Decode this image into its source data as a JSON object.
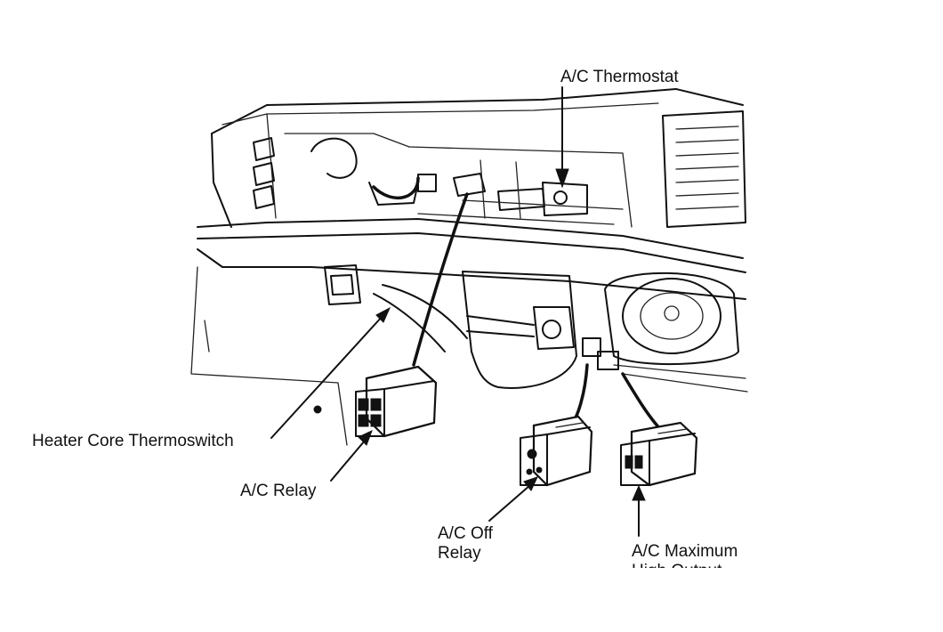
{
  "labels": {
    "ac_thermostat": "A/C Thermostat",
    "heater_core_thermoswitch": "Heater Core Thermoswitch",
    "ac_relay": "A/C Relay",
    "ac_off_relay_line1": "A/C Off",
    "ac_off_relay_line2": "Relay",
    "ac_max_line1": "A/C Maximum",
    "ac_max_line2": "High Output"
  },
  "colors": {
    "ink": "#111111",
    "background": "#ffffff"
  }
}
